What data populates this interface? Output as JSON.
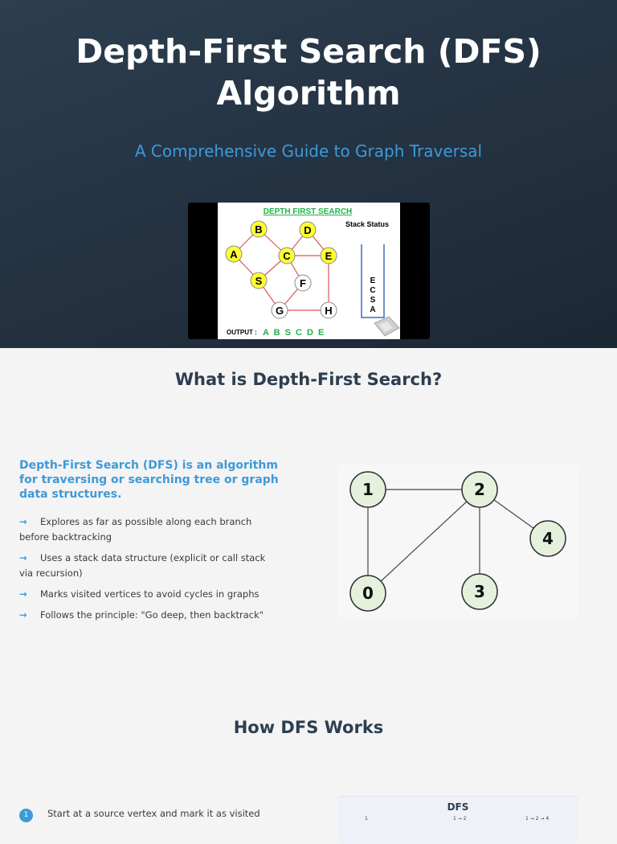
{
  "hero": {
    "title_line1": "Depth-First Search (DFS)",
    "title_line2": "Algorithm",
    "subtitle": "A Comprehensive Guide to Graph Traversal",
    "image": {
      "heading": "DEPTH FIRST SEARCH",
      "stack_label": "Stack Status",
      "nodes": [
        "A",
        "B",
        "C",
        "D",
        "E",
        "S",
        "F",
        "G",
        "H"
      ],
      "stack": [
        "E",
        "C",
        "S",
        "A"
      ],
      "output_label": "OUTPUT :",
      "output_value": "A B S C D E"
    }
  },
  "section1": {
    "title": "What is Depth-First Search?",
    "intro": "Depth-First Search (DFS) is an algorithm for traversing or searching tree or graph data structures.",
    "bullets": [
      "Explores as far as possible along each branch before backtracking",
      "Uses a stack data structure (explicit or call stack via recursion)",
      "Marks visited vertices to avoid cycles in graphs",
      "Follows the principle: \"Go deep, then backtrack\""
    ],
    "bullet_icon": "arrow-right-icon",
    "graph_nodes": [
      "1",
      "2",
      "4",
      "0",
      "3"
    ]
  },
  "section2": {
    "title": "How DFS Works",
    "steps": [
      {
        "num": "1",
        "text": "Start at a source vertex and mark it as visited"
      }
    ],
    "dfs_card": {
      "title": "DFS",
      "seq1": "1",
      "seq2": "1 → 2",
      "seq3": "1 → 2 → 4"
    }
  },
  "colors": {
    "hero_bg": "#2c3e50",
    "accent": "#3d9ad8",
    "node_fill": "#e6f1dd",
    "highlight_node": "#ffff33",
    "output_green": "#22b14c",
    "edge_red": "#e05555"
  }
}
